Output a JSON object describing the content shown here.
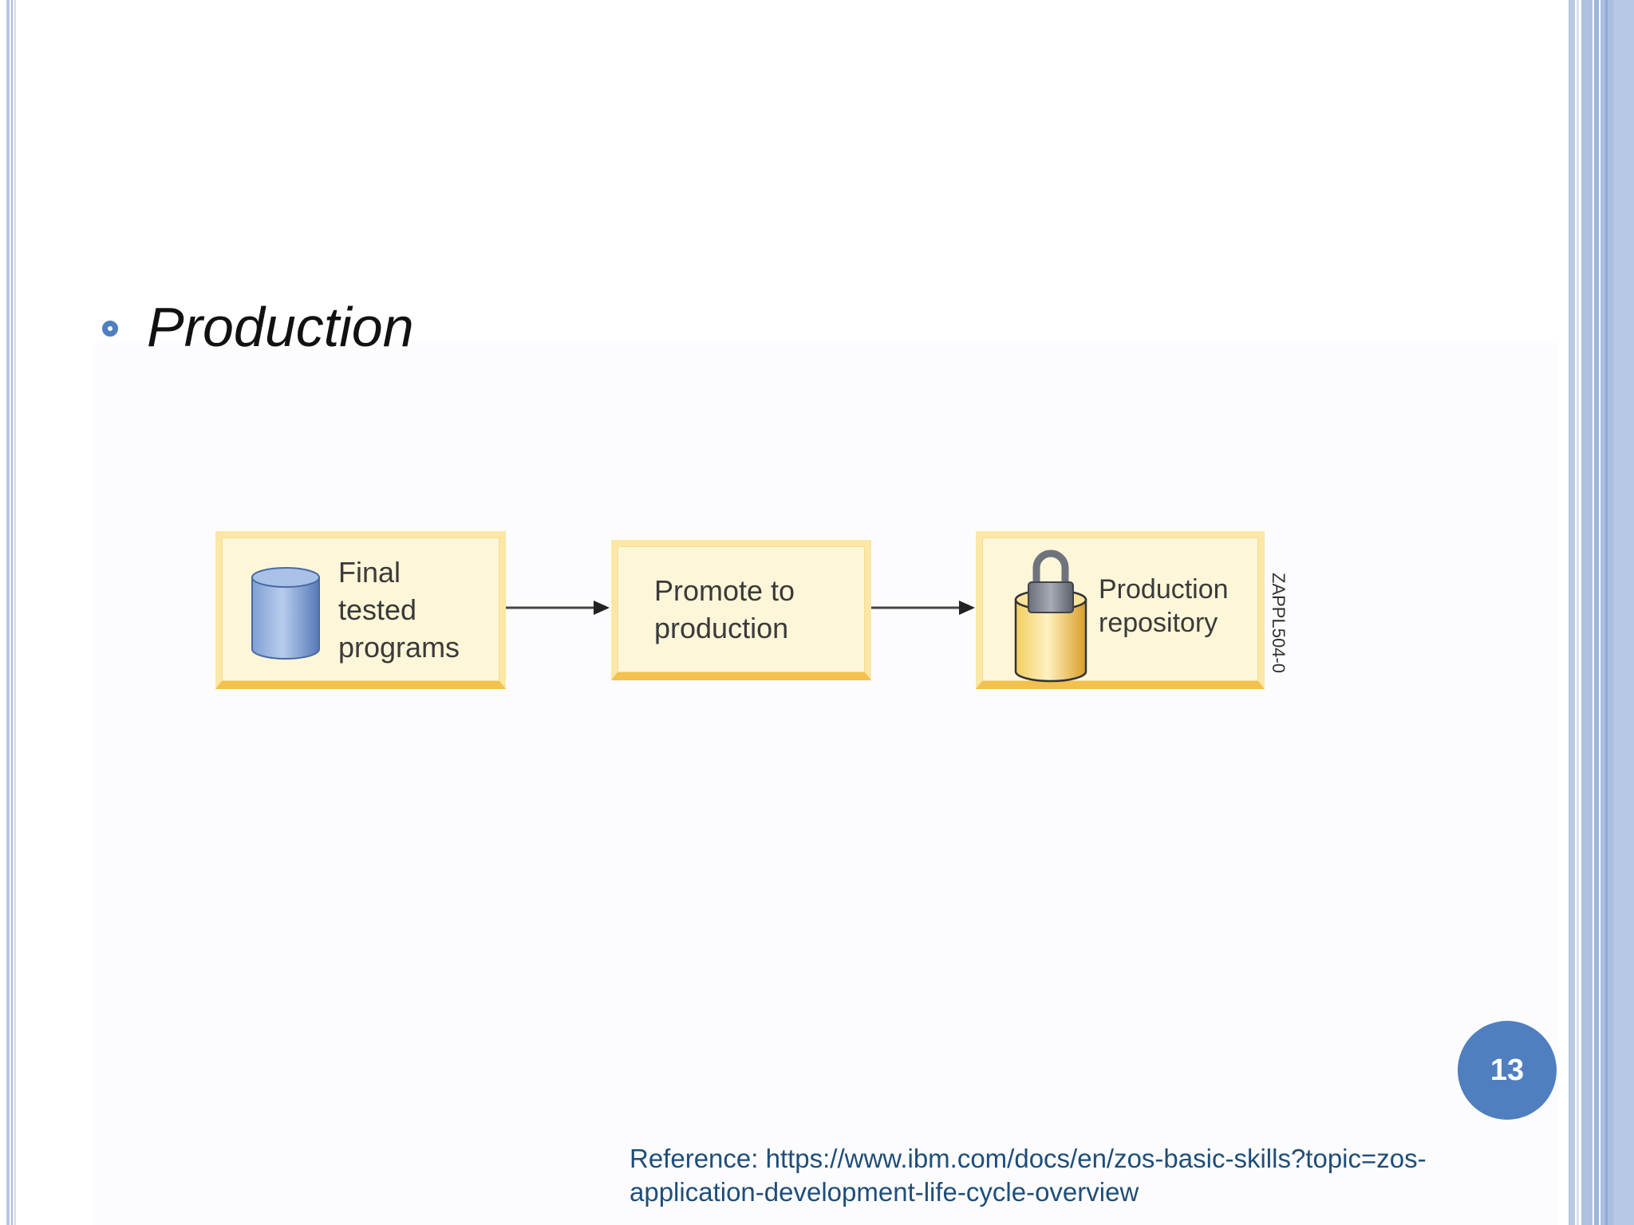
{
  "slide": {
    "title": "Production",
    "page_number": "13",
    "reference": "Reference: https://www.ibm.com/docs/en/zos-basic-skills?topic=zos-application-development-life-cycle-overview"
  },
  "diagram": {
    "boxes": [
      {
        "label": [
          "Final",
          "tested",
          "programs"
        ],
        "icon": "database-cylinder-icon"
      },
      {
        "label": [
          "Promote to",
          "production"
        ],
        "icon": ""
      },
      {
        "label": [
          "Production",
          "repository"
        ],
        "icon": "locked-database-icon"
      }
    ],
    "figure_id": "ZAPPL504-0"
  },
  "colors": {
    "accent": "#4f7fbf",
    "box_fill": "#fdf6d8",
    "box_border": "#f2c14e",
    "reference_text": "#1f4e79"
  }
}
